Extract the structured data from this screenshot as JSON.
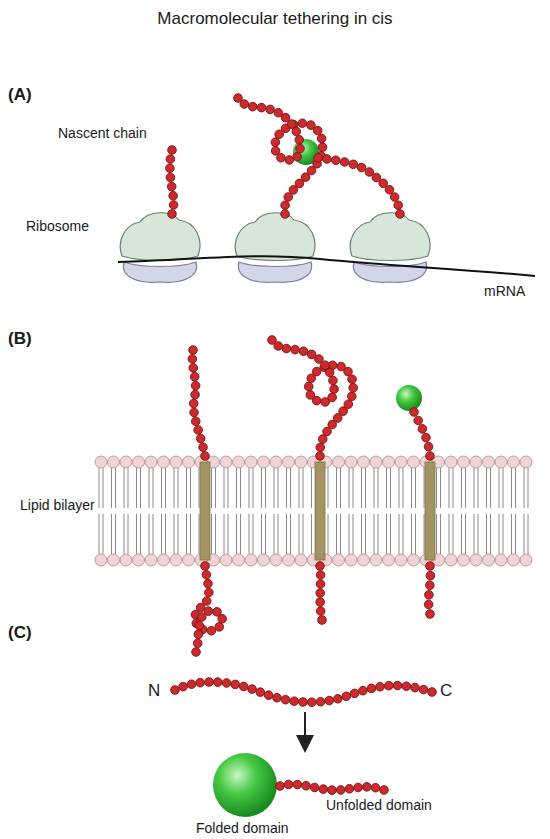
{
  "diagram": {
    "title": "Macromolecular tethering in cis",
    "labels": [
      "(A)",
      "Nascent chain",
      "Ribosome",
      "mRNA",
      "(B)",
      "Lipid bilayer",
      "(C)",
      "N",
      "C",
      "Folded domain",
      "Unfolded domain"
    ]
  }
}
